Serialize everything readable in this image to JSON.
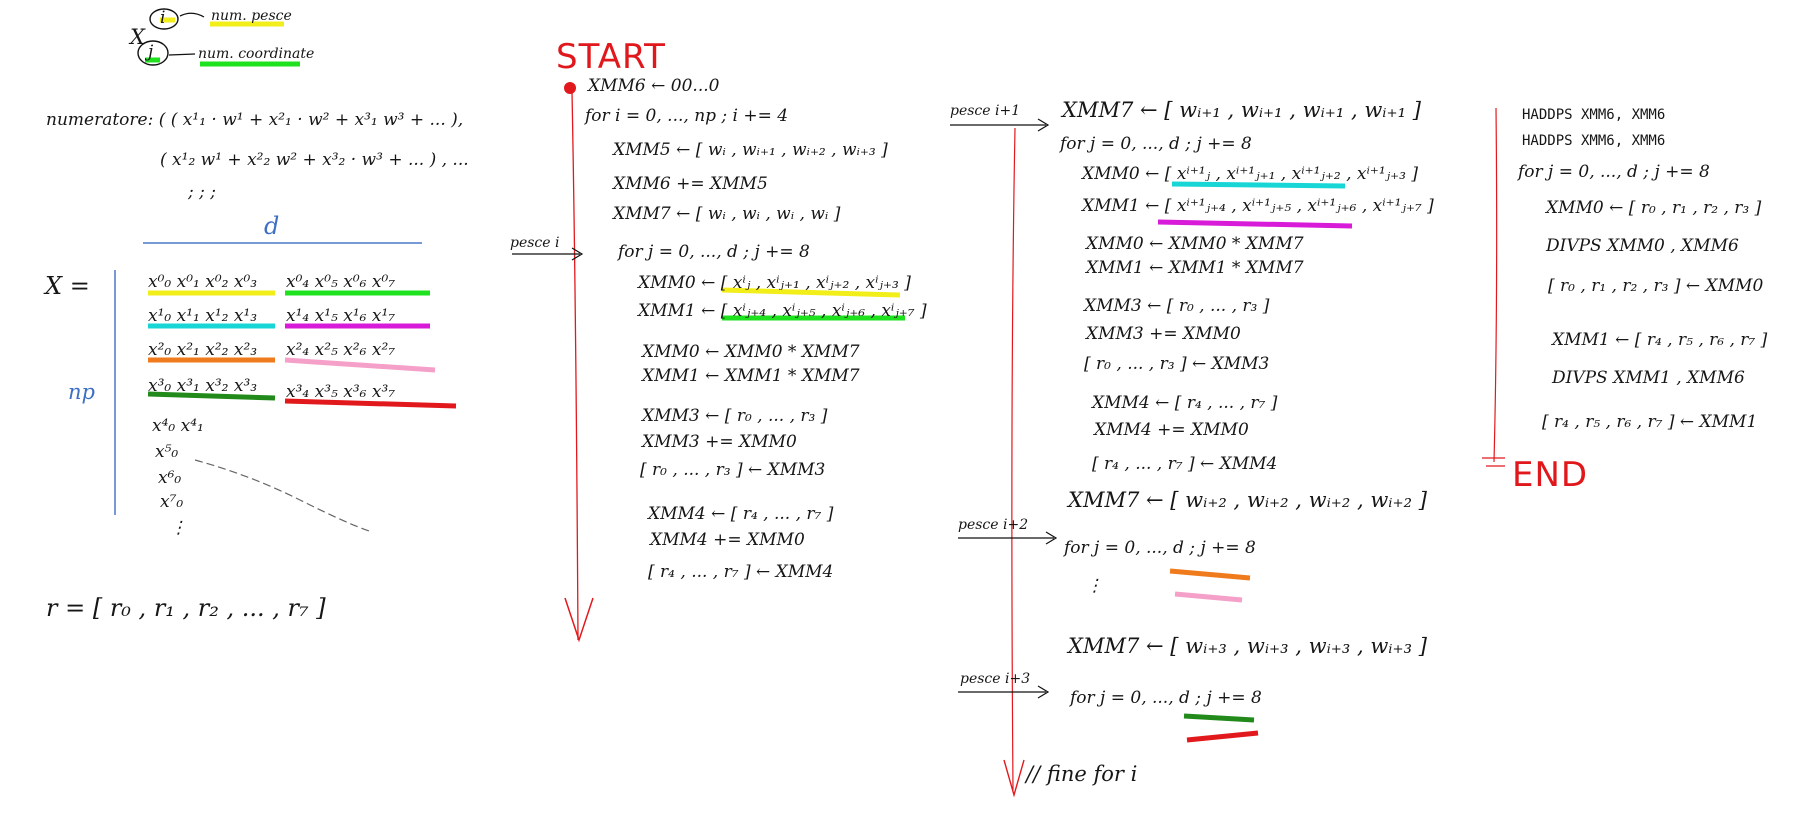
{
  "colors": {
    "yellow": "#f2ee1a",
    "green": "#1ee21e",
    "cyan": "#19d6d6",
    "magenta": "#d81bd8",
    "orange": "#f07b1c",
    "pink": "#f4a0c8",
    "darkgreen": "#218a1a",
    "red": "#e2191c",
    "blue": "#4a78c8"
  },
  "legend": {
    "i_label": "i",
    "i_desc": "num. pesce",
    "x_label": "X",
    "j_label": "j",
    "j_desc": "num. coordinate"
  },
  "numeratore": {
    "line1": "numeratore: ( ( x¹₁ · w¹ + x²₁ · w² + x³₁ w³ + ... ),",
    "line2": "( x¹₂ w¹ + x²₂ w² + x³₂ · w³ + ... ) , ...",
    "dots": ";       ;             ;"
  },
  "matrix": {
    "d_label": "d",
    "np_label": "np",
    "x_eq": "X =",
    "rows": [
      {
        "left": "x⁰₀ x⁰₁ x⁰₂ x⁰₃",
        "right": "x⁰₄ x⁰₅ x⁰₆ x⁰₇"
      },
      {
        "left": "x¹₀ x¹₁ x¹₂ x¹₃",
        "right": "x¹₄ x¹₅ x¹₆ x¹₇"
      },
      {
        "left": "x²₀ x²₁ x²₂ x²₃",
        "right": "x²₄ x²₅ x²₆ x²₇"
      },
      {
        "left": "x³₀ x³₁ x³₂ x³₃",
        "right": "x³₄ x³₅ x³₆ x³₇"
      }
    ],
    "col_rows": [
      "x⁴₀  x⁴₁",
      "x⁵₀",
      "x⁶₀",
      "x⁷₀",
      "⋮"
    ]
  },
  "r_vector": "r = [ r₀ , r₁ , r₂ , ... , r₇ ]",
  "col2": {
    "start": "START",
    "lines": [
      "XMM6 ← 00...0",
      "for  i = 0, ..., np ;  i += 4",
      "XMM5 ← [ wᵢ , wᵢ₊₁ , wᵢ₊₂ , wᵢ₊₃ ]",
      "XMM6 += XMM5",
      "XMM7 ← [ wᵢ , wᵢ , wᵢ , wᵢ ]",
      "for  j = 0, ..., d ; j += 8",
      "XMM0 ← [ xⁱⱼ , xⁱⱼ₊₁ , xⁱⱼ₊₂ , xⁱⱼ₊₃ ]",
      "XMM1 ← [ xⁱⱼ₊₄ , xⁱⱼ₊₅ , xⁱⱼ₊₆ , xⁱⱼ₊₇ ]",
      "XMM0 ← XMM0 * XMM7",
      "XMM1 ← XMM1 * XMM7",
      "XMM3 ← [ r₀ , ... , r₃ ]",
      "XMM3 += XMM0",
      "[ r₀ , ... , r₃ ] ← XMM3",
      "XMM4 ← [ r₄ , ... , r₇ ]",
      "XMM4 += XMM0",
      "[ r₄ , ... , r₇ ] ← XMM4"
    ],
    "pesce_label": "pesce i"
  },
  "col3": {
    "pesce1": "pesce  i+1",
    "pesce2": "pesce  i+2",
    "pesce3": "pesce  i+3",
    "lines": [
      "XMM7 ← [ wᵢ₊₁ , wᵢ₊₁ , wᵢ₊₁ , wᵢ₊₁ ]",
      "for  j = 0, ..., d ; j += 8",
      "XMM0 ← [ xⁱ⁺¹ⱼ , xⁱ⁺¹ⱼ₊₁ , xⁱ⁺¹ⱼ₊₂ , xⁱ⁺¹ⱼ₊₃ ]",
      "XMM1 ← [ xⁱ⁺¹ⱼ₊₄ , xⁱ⁺¹ⱼ₊₅ , xⁱ⁺¹ⱼ₊₆ , xⁱ⁺¹ⱼ₊₇ ]",
      "XMM0 ← XMM0 * XMM7",
      "XMM1 ← XMM1 * XMM7",
      "XMM3 ← [ r₀ , ... , r₃ ]",
      "XMM3 += XMM0",
      "[ r₀ , ... , r₃ ] ← XMM3",
      "XMM4 ← [ r₄ , ... , r₇ ]",
      "XMM4 += XMM0",
      "[ r₄ , ... , r₇ ] ← XMM4",
      "XMM7 ← [ wᵢ₊₂ , wᵢ₊₂ , wᵢ₊₂ , wᵢ₊₂ ]",
      "for    j = 0, ..., d ; j += 8",
      "⋮",
      "XMM7 ← [ wᵢ₊₃ , wᵢ₊₃ , wᵢ₊₃ , wᵢ₊₃ ]",
      "for    j = 0, ..., d ; j += 8",
      "// fine  for  i"
    ]
  },
  "col4": {
    "lines": [
      "HADDPS  XMM6, XMM6",
      "HADDPS  XMM6, XMM6",
      "for  j = 0, ..., d ; j += 8",
      "XMM0 ← [ r₀ , r₁ , r₂ , r₃ ]",
      "DIVPS   XMM0 , XMM6",
      "[ r₀ , r₁ , r₂ , r₃ ] ← XMM0",
      "XMM1 ← [ r₄ , r₅ , r₆ , r₇ ]",
      "DIVPS   XMM1 , XMM6",
      "[ r₄ , r₅ , r₆ , r₇ ] ← XMM1"
    ],
    "end": "END"
  }
}
